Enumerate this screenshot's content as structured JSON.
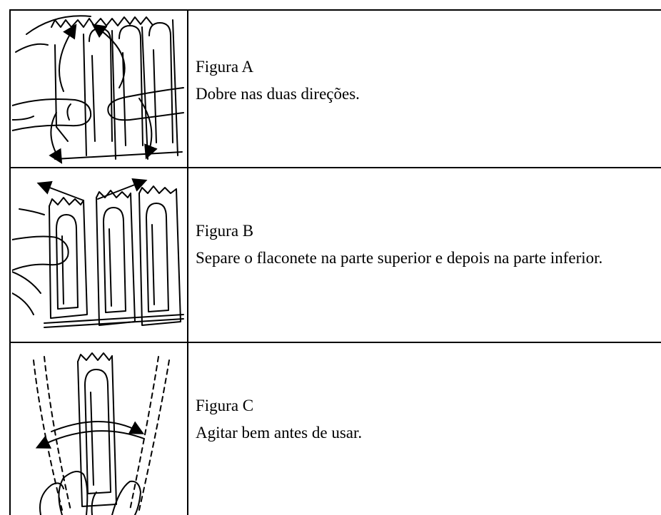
{
  "steps": [
    {
      "figure_label": "Figura A",
      "instruction": "Dobre nas duas direções.",
      "illustration_icon": "bend-vial-strip-icon"
    },
    {
      "figure_label": "Figura B",
      "instruction": "Separe o flaconete na parte superior e depois na parte inferior.",
      "illustration_icon": "separate-vial-icon"
    },
    {
      "figure_label": "Figura C",
      "instruction": "Agitar bem antes de usar.",
      "illustration_icon": "shake-vial-icon"
    }
  ]
}
